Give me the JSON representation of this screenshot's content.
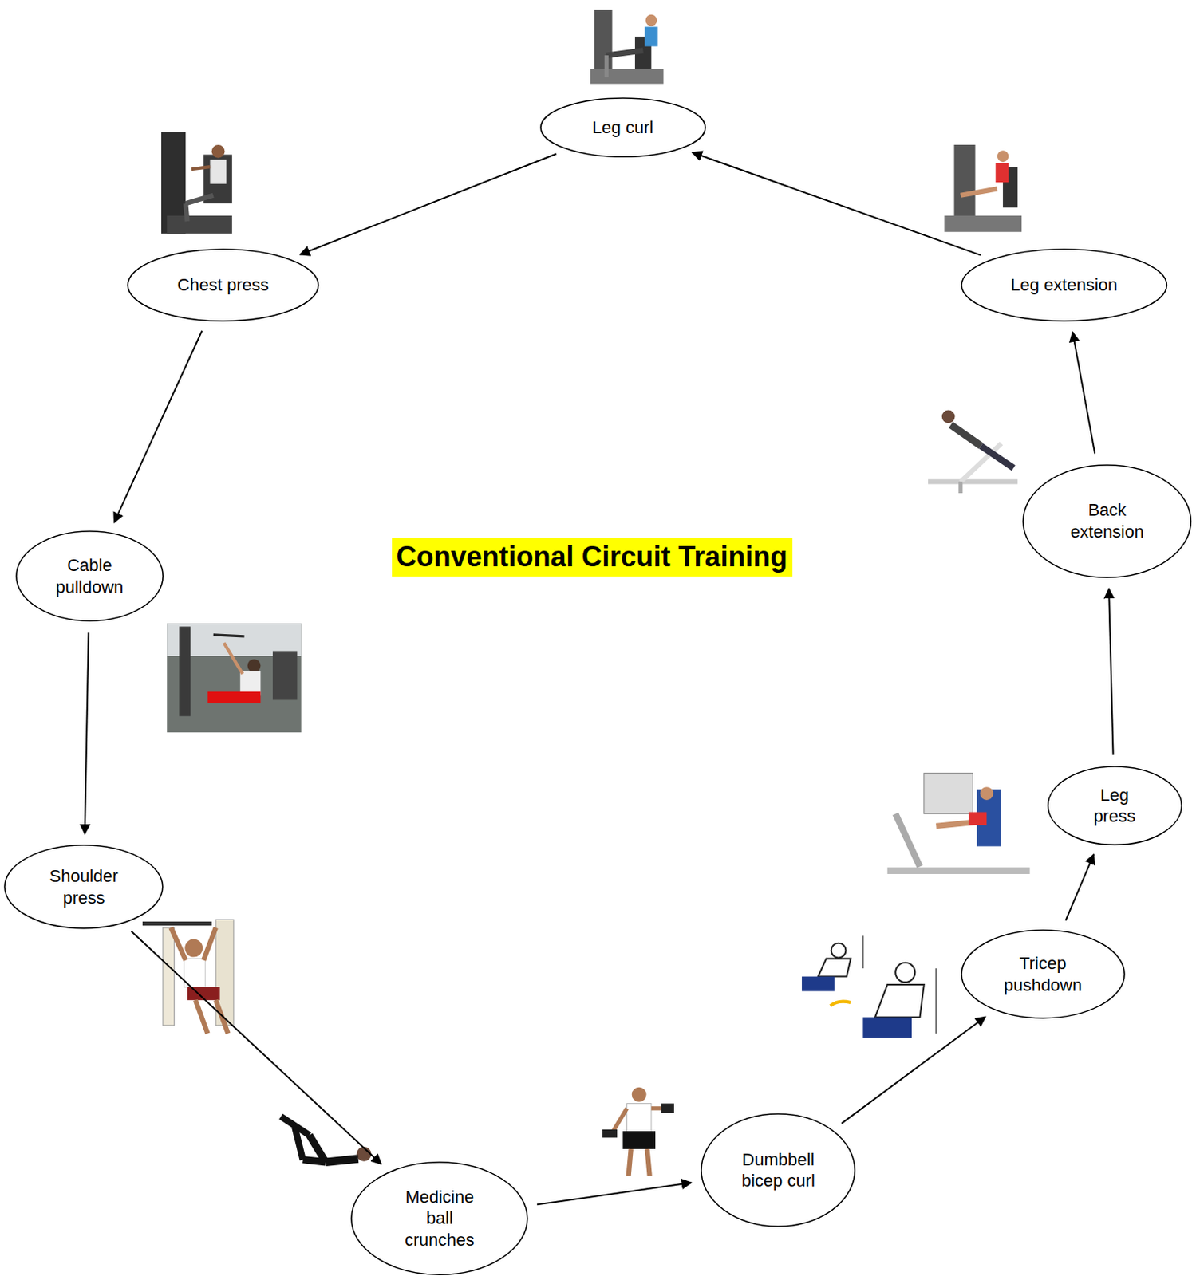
{
  "diagram": {
    "title": "Conventional Circuit Training",
    "nodes": [
      {
        "text": [
          "Leg curl"
        ]
      },
      {
        "text": [
          "Chest press"
        ]
      },
      {
        "text": [
          "Cable pulldown"
        ]
      },
      {
        "text": [
          "Shoulder press"
        ]
      },
      {
        "text": [
          "Medicine ball crunches"
        ]
      },
      {
        "text": [
          "Dumbbell bicep curl"
        ]
      },
      {
        "text": [
          "Tricep pushdown"
        ]
      },
      {
        "text": [
          "Leg press"
        ]
      },
      {
        "text": [
          "Back extension"
        ]
      },
      {
        "text": [
          "Leg extension"
        ]
      }
    ],
    "edges": [
      {
        "from": 0,
        "to": 1,
        "arrow": "to"
      },
      {
        "from": 1,
        "to": 2,
        "arrow": "to"
      },
      {
        "from": 2,
        "to": 3,
        "arrow": "to"
      },
      {
        "from": 3,
        "to": 4,
        "arrow": "to"
      },
      {
        "from": 4,
        "to": 5,
        "arrow": "to"
      },
      {
        "from": 5,
        "to": 6,
        "arrow": "to"
      },
      {
        "from": 6,
        "to": 7,
        "arrow": "to"
      },
      {
        "from": 7,
        "to": 8,
        "arrow": "to"
      },
      {
        "from": 8,
        "to": 9,
        "arrow": "to"
      },
      {
        "from": 9,
        "to": 0,
        "arrow": "to"
      }
    ]
  }
}
